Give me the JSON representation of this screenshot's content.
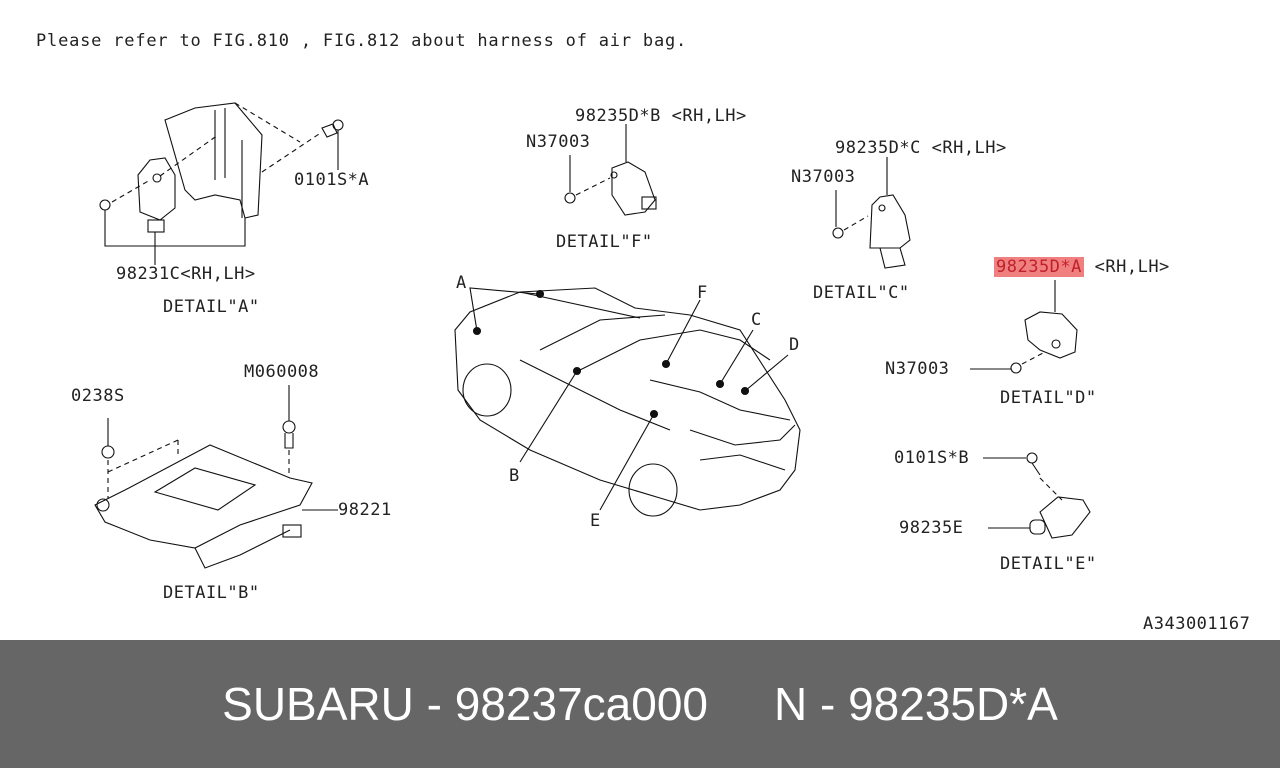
{
  "note": "Please refer to FIG.810 , FIG.812 about harness of air bag.",
  "figure_code": "A343001167",
  "highlight_color": "#f08080",
  "details": {
    "A": {
      "title": "DETAIL\"A\"",
      "parts": [
        "0101S*A",
        "98231C<RH,LH>"
      ]
    },
    "F": {
      "title": "DETAIL\"F\"",
      "parts": [
        "98235D*B <RH,LH>",
        "N37003"
      ]
    },
    "C": {
      "title": "DETAIL\"C\"",
      "parts": [
        "98235D*C <RH,LH>",
        "N37003"
      ]
    },
    "D": {
      "title": "DETAIL\"D\"",
      "highlighted_part": "98235D*A",
      "highlighted_suffix": "<RH,LH>",
      "parts": [
        "N37003"
      ]
    },
    "B": {
      "title": "DETAIL\"B\"",
      "parts": [
        "M060008",
        "0238S",
        "98221"
      ]
    },
    "E": {
      "title": "DETAIL\"E\"",
      "parts": [
        "0101S*B",
        "98235E"
      ]
    }
  },
  "car_callouts": [
    "A",
    "B",
    "C",
    "D",
    "E",
    "F"
  ],
  "footer": {
    "brand_part": "SUBARU - 98237ca000",
    "ref_part": "N - 98235D*A"
  }
}
